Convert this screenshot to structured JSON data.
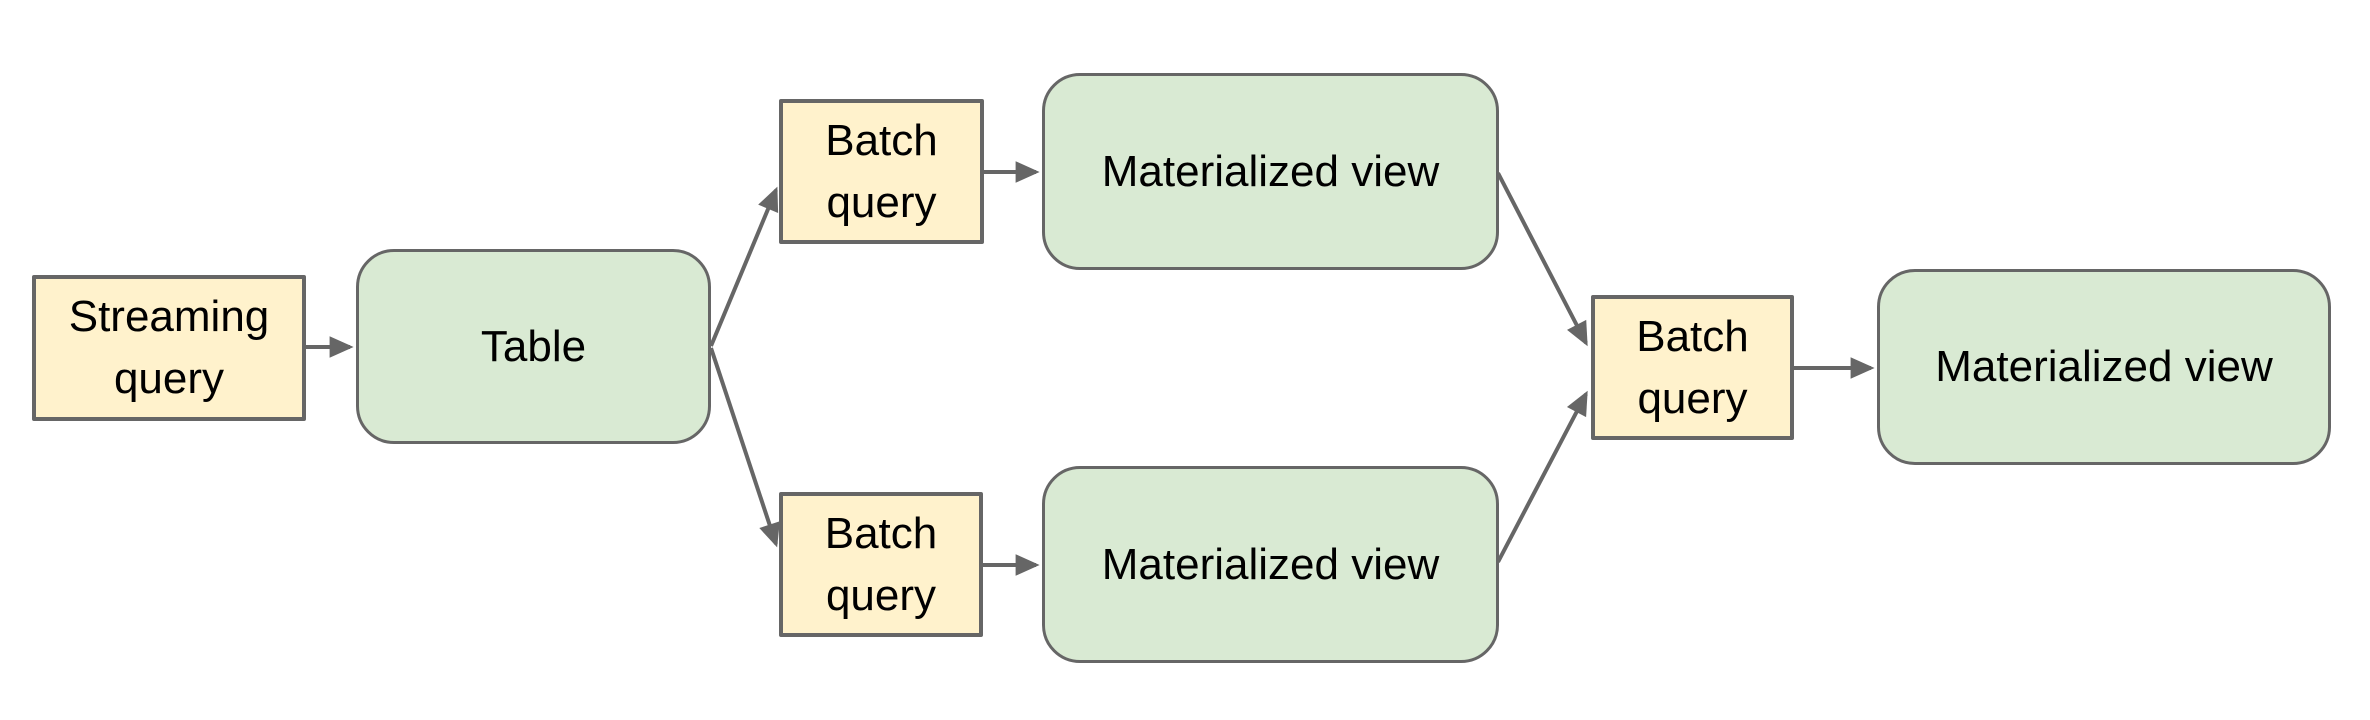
{
  "diagram": {
    "background": "#ffffff",
    "colors": {
      "background": "#ffffff",
      "query_fill": "#fff2cc",
      "view_fill": "#d9ead3",
      "border": "#666666",
      "arrow": "#666666",
      "text": "#000000"
    },
    "nodes": {
      "streaming_query": {
        "label": "Streaming query",
        "kind": "query"
      },
      "table": {
        "label": "Table",
        "kind": "view"
      },
      "batch_query_top": {
        "label": "Batch query",
        "kind": "query"
      },
      "materialized_view_top": {
        "label": "Materialized view",
        "kind": "view"
      },
      "batch_query_bottom": {
        "label": "Batch query",
        "kind": "query"
      },
      "materialized_view_bottom": {
        "label": "Materialized view",
        "kind": "view"
      },
      "batch_query_merge": {
        "label": "Batch query",
        "kind": "query"
      },
      "materialized_view_final": {
        "label": "Materialized view",
        "kind": "view"
      }
    },
    "edges": [
      {
        "from": "streaming_query",
        "to": "table"
      },
      {
        "from": "table",
        "to": "batch_query_top"
      },
      {
        "from": "table",
        "to": "batch_query_bottom"
      },
      {
        "from": "batch_query_top",
        "to": "materialized_view_top"
      },
      {
        "from": "batch_query_bottom",
        "to": "materialized_view_bottom"
      },
      {
        "from": "materialized_view_top",
        "to": "batch_query_merge"
      },
      {
        "from": "materialized_view_bottom",
        "to": "batch_query_merge"
      },
      {
        "from": "batch_query_merge",
        "to": "materialized_view_final"
      }
    ]
  }
}
